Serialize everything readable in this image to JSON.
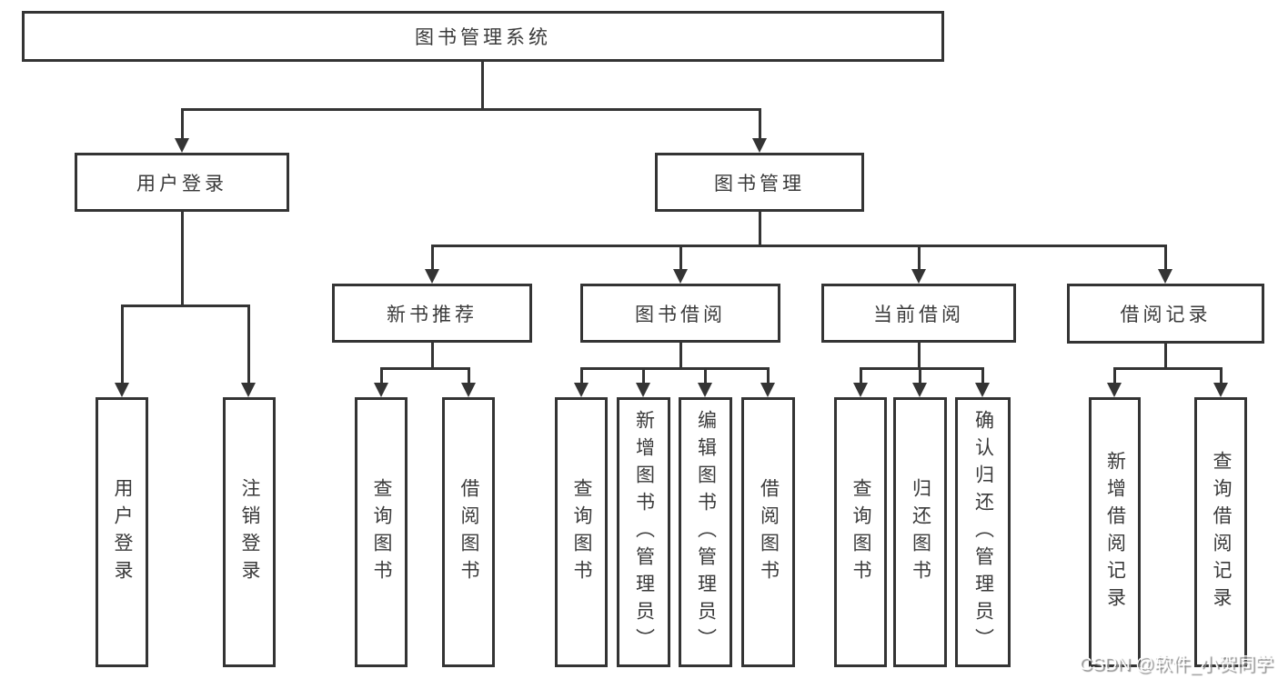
{
  "diagram_type": "hierarchy-tree",
  "tree": {
    "label": "图书管理系统",
    "children": [
      {
        "label": "用户登录",
        "children": [
          {
            "label": "用户登录"
          },
          {
            "label": "注销登录"
          }
        ]
      },
      {
        "label": "图书管理",
        "children": [
          {
            "label": "新书推荐",
            "children": [
              {
                "label": "查询图书"
              },
              {
                "label": "借阅图书"
              }
            ]
          },
          {
            "label": "图书借阅",
            "children": [
              {
                "label": "查询图书"
              },
              {
                "label": "新增图书（管理员）"
              },
              {
                "label": "编辑图书（管理员）"
              },
              {
                "label": "借阅图书"
              }
            ]
          },
          {
            "label": "当前借阅",
            "children": [
              {
                "label": "查询图书"
              },
              {
                "label": "归还图书"
              },
              {
                "label": "确认归还（管理员）"
              }
            ]
          },
          {
            "label": "借阅记录",
            "children": [
              {
                "label": "新增借阅记录"
              },
              {
                "label": "查询借阅记录"
              }
            ]
          }
        ]
      }
    ]
  },
  "watermark": {
    "text": "CSDN @软件_小贺同学"
  },
  "colors": {
    "line": "#343434",
    "text": "#3a3a3a",
    "background": "#ffffff",
    "watermark_fill": "#ffffff",
    "watermark_shadow": "#8f8f8f"
  }
}
